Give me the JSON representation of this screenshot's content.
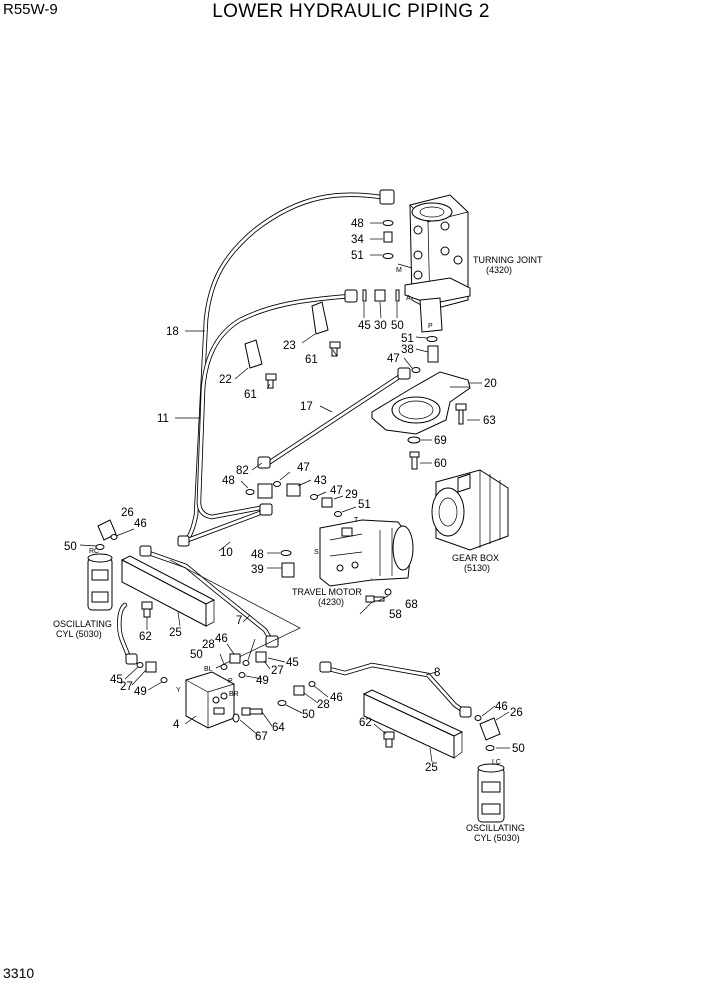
{
  "header": {
    "model": "R55W-9",
    "title": "LOWER HYDRAULIC PIPING 2"
  },
  "footer": {
    "page_number": "3310"
  },
  "callouts": [
    {
      "id": "c48a",
      "text": "48"
    },
    {
      "id": "c34",
      "text": "34"
    },
    {
      "id": "c51a",
      "text": "51"
    },
    {
      "id": "c18",
      "text": "18"
    },
    {
      "id": "c45a",
      "text": "45"
    },
    {
      "id": "c30",
      "text": "30"
    },
    {
      "id": "c50a",
      "text": "50"
    },
    {
      "id": "c51b",
      "text": "51"
    },
    {
      "id": "c23",
      "text": "23"
    },
    {
      "id": "c38",
      "text": "38"
    },
    {
      "id": "c47a",
      "text": "47"
    },
    {
      "id": "c61a",
      "text": "61"
    },
    {
      "id": "c22",
      "text": "22"
    },
    {
      "id": "c20",
      "text": "20"
    },
    {
      "id": "c61b",
      "text": "61"
    },
    {
      "id": "c11",
      "text": "11"
    },
    {
      "id": "c17",
      "text": "17"
    },
    {
      "id": "c63",
      "text": "63"
    },
    {
      "id": "c69",
      "text": "69"
    },
    {
      "id": "c82",
      "text": "82"
    },
    {
      "id": "c47b",
      "text": "47"
    },
    {
      "id": "c60",
      "text": "60"
    },
    {
      "id": "c48b",
      "text": "48"
    },
    {
      "id": "c43",
      "text": "43"
    },
    {
      "id": "c47c",
      "text": "47"
    },
    {
      "id": "c29",
      "text": "29"
    },
    {
      "id": "c51c",
      "text": "51"
    },
    {
      "id": "c26a",
      "text": "26"
    },
    {
      "id": "c46a",
      "text": "46"
    },
    {
      "id": "c50b",
      "text": "50"
    },
    {
      "id": "c10",
      "text": "10"
    },
    {
      "id": "c48c",
      "text": "48"
    },
    {
      "id": "c39",
      "text": "39"
    },
    {
      "id": "c68",
      "text": "68"
    },
    {
      "id": "c58",
      "text": "58"
    },
    {
      "id": "c62a",
      "text": "62"
    },
    {
      "id": "c25a",
      "text": "25"
    },
    {
      "id": "c7",
      "text": "7"
    },
    {
      "id": "c28a",
      "text": "28"
    },
    {
      "id": "c46b",
      "text": "46"
    },
    {
      "id": "c50c",
      "text": "50"
    },
    {
      "id": "c45b",
      "text": "45"
    },
    {
      "id": "c27a",
      "text": "27"
    },
    {
      "id": "c49a",
      "text": "49"
    },
    {
      "id": "c45c",
      "text": "45"
    },
    {
      "id": "c27b",
      "text": "27"
    },
    {
      "id": "c49b",
      "text": "49"
    },
    {
      "id": "c8",
      "text": "8"
    },
    {
      "id": "c46c",
      "text": "46"
    },
    {
      "id": "c28b",
      "text": "28"
    },
    {
      "id": "c4",
      "text": "4"
    },
    {
      "id": "c50d",
      "text": "50"
    },
    {
      "id": "c67",
      "text": "67"
    },
    {
      "id": "c64",
      "text": "64"
    },
    {
      "id": "c46d",
      "text": "46"
    },
    {
      "id": "c26b",
      "text": "26"
    },
    {
      "id": "c62b",
      "text": "62"
    },
    {
      "id": "c50e",
      "text": "50"
    },
    {
      "id": "c25b",
      "text": "25"
    }
  ],
  "component_labels": {
    "turning_joint": [
      "TURNING JOINT",
      "(4320)"
    ],
    "gear_box": [
      "GEAR BOX",
      "(5130)"
    ],
    "travel_motor": [
      "TRAVEL MOTOR",
      "(4230)"
    ],
    "oscillating_left": [
      "OSCILLATING",
      "CYL (5030)"
    ],
    "oscillating_right": [
      "OSCILLATING",
      "CYL (5030)"
    ]
  },
  "port_marks": {
    "m": "M",
    "a": "A",
    "p": "P",
    "s": "S",
    "t": "T",
    "rc": "RC",
    "lc": "LC",
    "bl": "BL",
    "br": "BR",
    "pb": "P",
    "y": "Y"
  }
}
